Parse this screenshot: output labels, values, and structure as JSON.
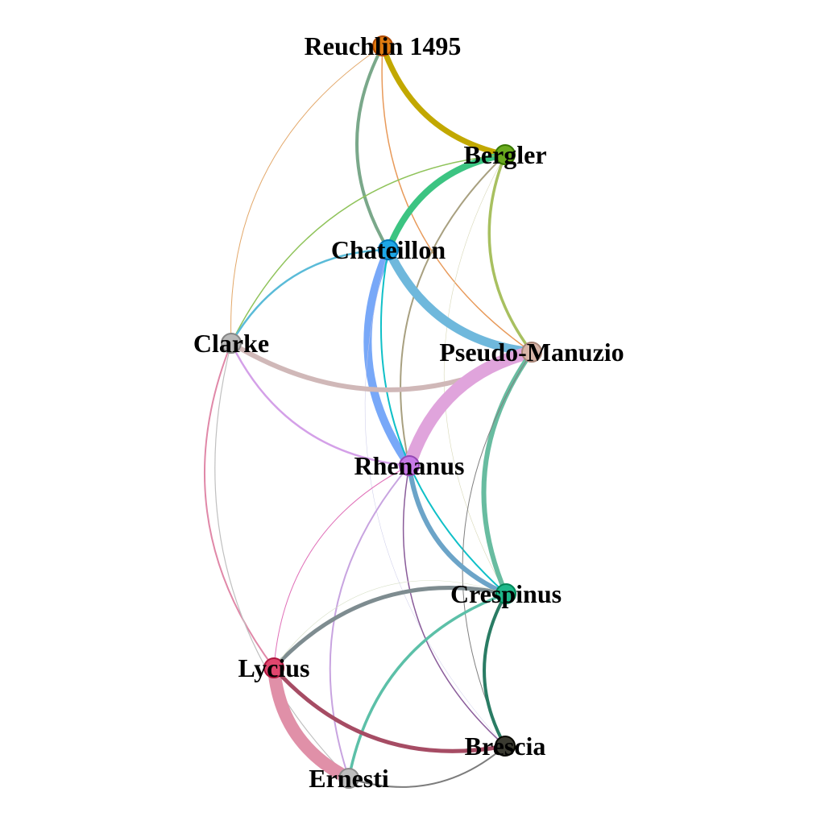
{
  "nodes": [
    {
      "id": "reuchlin",
      "label": "Reuchlin 1495",
      "color": "#e07b10"
    },
    {
      "id": "bergler",
      "label": "Bergler",
      "color": "#6aaa1e"
    },
    {
      "id": "chateillon",
      "label": "Chateillon",
      "color": "#1ea7e8"
    },
    {
      "id": "clarke",
      "label": "Clarke",
      "color": "#b8b8b8"
    },
    {
      "id": "pseudo_manuzio",
      "label": "Pseudo-Manuzio",
      "color": "#d8b5a8"
    },
    {
      "id": "rhenanus",
      "label": "Rhenanus",
      "color": "#c77ae6"
    },
    {
      "id": "crespinus",
      "label": "Crespinus",
      "color": "#1db88a"
    },
    {
      "id": "lycius",
      "label": "Lycius",
      "color": "#e0466e"
    },
    {
      "id": "brescia",
      "label": "Brescia",
      "color": "#3a3a30"
    },
    {
      "id": "ernesti",
      "label": "Ernesti",
      "color": "#bdbdbd"
    }
  ],
  "edges": [
    {
      "source": "reuchlin",
      "target": "bergler",
      "weight": 7,
      "color": "#c2a800"
    },
    {
      "source": "reuchlin",
      "target": "chateillon",
      "weight": 4,
      "color": "#7aa88a"
    },
    {
      "source": "reuchlin",
      "target": "clarke",
      "weight": 1,
      "color": "#e3a86a"
    },
    {
      "source": "reuchlin",
      "target": "pseudo_manuzio",
      "weight": 1.5,
      "color": "#e89a5a"
    },
    {
      "source": "bergler",
      "target": "chateillon",
      "weight": 8,
      "color": "#3cc482"
    },
    {
      "source": "bergler",
      "target": "clarke",
      "weight": 1.5,
      "color": "#8fc35a"
    },
    {
      "source": "bergler",
      "target": "pseudo_manuzio",
      "weight": 3.5,
      "color": "#a8c060"
    },
    {
      "source": "bergler",
      "target": "rhenanus",
      "weight": 2,
      "color": "#a8a080"
    },
    {
      "source": "bergler",
      "target": "crespinus",
      "weight": 0.6,
      "color": "#d8d8b8"
    },
    {
      "source": "chateillon",
      "target": "pseudo_manuzio",
      "weight": 11,
      "color": "#6fb8dc"
    },
    {
      "source": "chateillon",
      "target": "rhenanus",
      "weight": 10,
      "color": "#78a8f8"
    },
    {
      "source": "chateillon",
      "target": "clarke",
      "weight": 2.5,
      "color": "#5abbd8"
    },
    {
      "source": "chateillon",
      "target": "crespinus",
      "weight": 2,
      "color": "#10c0c8"
    },
    {
      "source": "chateillon",
      "target": "brescia",
      "weight": 0.5,
      "color": "#c8c8e8"
    },
    {
      "source": "clarke",
      "target": "pseudo_manuzio",
      "weight": 6,
      "color": "#d0b8b8"
    },
    {
      "source": "clarke",
      "target": "rhenanus",
      "weight": 2.5,
      "color": "#d4a0e8"
    },
    {
      "source": "clarke",
      "target": "lycius",
      "weight": 2,
      "color": "#e088a8"
    },
    {
      "source": "clarke",
      "target": "ernesti",
      "weight": 1.2,
      "color": "#c0c0c0"
    },
    {
      "source": "pseudo_manuzio",
      "target": "rhenanus",
      "weight": 16,
      "color": "#e0a4dc"
    },
    {
      "source": "pseudo_manuzio",
      "target": "crespinus",
      "weight": 6,
      "color": "#68bca0"
    },
    {
      "source": "pseudo_manuzio",
      "target": "brescia",
      "weight": 1,
      "color": "#808080"
    },
    {
      "source": "rhenanus",
      "target": "crespinus",
      "weight": 6,
      "color": "#6ca4c8"
    },
    {
      "source": "rhenanus",
      "target": "lycius",
      "weight": 1,
      "color": "#e070b8"
    },
    {
      "source": "rhenanus",
      "target": "ernesti",
      "weight": 2,
      "color": "#c8a4e0"
    },
    {
      "source": "rhenanus",
      "target": "brescia",
      "weight": 1.5,
      "color": "#8a5c9a"
    },
    {
      "source": "crespinus",
      "target": "lycius",
      "weight": 5,
      "color": "#7e8c90"
    },
    {
      "source": "crespinus",
      "target": "brescia",
      "weight": 4,
      "color": "#2a7c64"
    },
    {
      "source": "crespinus",
      "target": "ernesti",
      "weight": 3.5,
      "color": "#5cc0a8"
    },
    {
      "source": "crespinus",
      "target": "lycius",
      "weight": 0.6,
      "color": "#d8e0c8",
      "bend": 2
    },
    {
      "source": "lycius",
      "target": "ernesti",
      "weight": 16,
      "color": "#e090a8"
    },
    {
      "source": "lycius",
      "target": "brescia",
      "weight": 5,
      "color": "#a64c64"
    },
    {
      "source": "ernesti",
      "target": "brescia",
      "weight": 2,
      "color": "#7c7c7c"
    }
  ]
}
